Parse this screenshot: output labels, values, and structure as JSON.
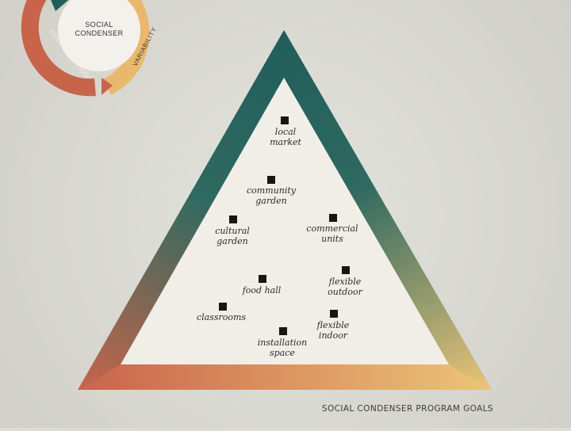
{
  "cycle": {
    "center_label_line1": "SOCIAL",
    "center_label_line2": "CONDENSER",
    "arc_labels": [
      "COLLABORATION",
      "VARIABILITY"
    ],
    "colors": {
      "collaboration": "#c8644a",
      "variability": "#e9b86a",
      "top": "#1f5e5a",
      "center_fill": "#f3f1ec"
    }
  },
  "pyramid": {
    "colors": {
      "top": "#1f5e5a",
      "bottom_left": "#c8644a",
      "bottom_right": "#ecc577",
      "inner_fill": "#f1eee8"
    },
    "markers": [
      {
        "label": "local\nmarket"
      },
      {
        "label": "community\ngarden"
      },
      {
        "label": "cultural\ngarden"
      },
      {
        "label": "commercial\nunits"
      },
      {
        "label": "flexible\noutdoor"
      },
      {
        "label": "food hall"
      },
      {
        "label": "classrooms"
      },
      {
        "label": "flexible\nindoor"
      },
      {
        "label": "installation\nspace"
      }
    ]
  },
  "footer": {
    "caption": "SOCIAL CONDENSER PROGRAM GOALS"
  }
}
